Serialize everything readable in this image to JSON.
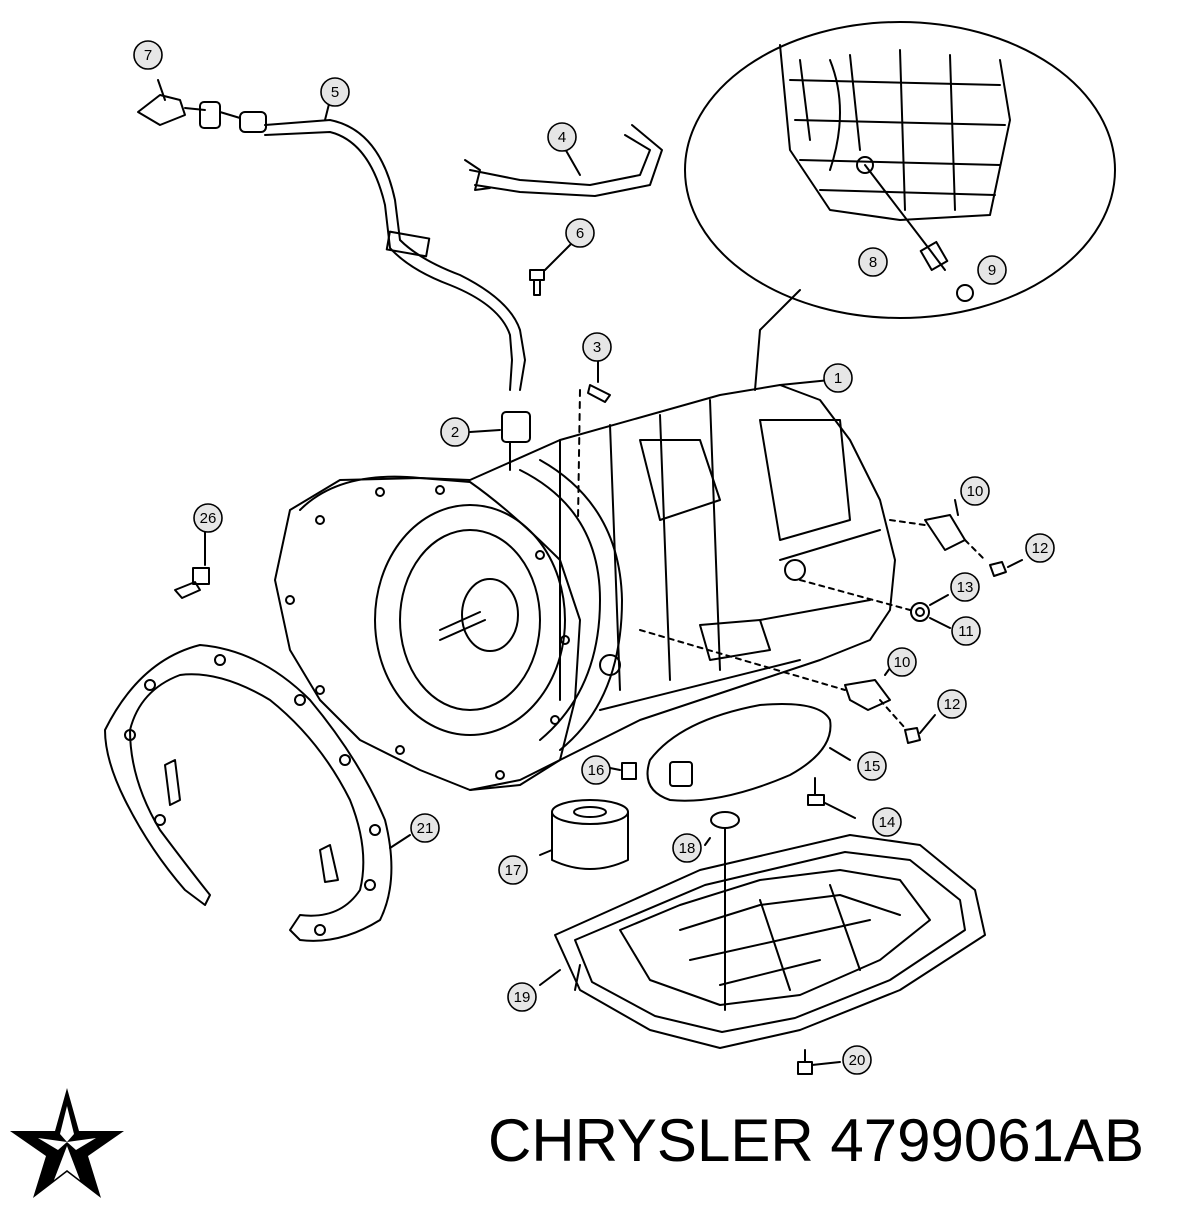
{
  "footer": {
    "brand": "CHRYSLER",
    "part_number": "4799061AB",
    "logo_icon": "pentastar-logo-icon"
  },
  "callouts": [
    "1",
    "2",
    "3",
    "4",
    "5",
    "6",
    "7",
    "8",
    "9",
    "10",
    "10",
    "11",
    "12",
    "12",
    "13",
    "14",
    "15",
    "16",
    "17",
    "18",
    "19",
    "20",
    "21",
    "26"
  ]
}
